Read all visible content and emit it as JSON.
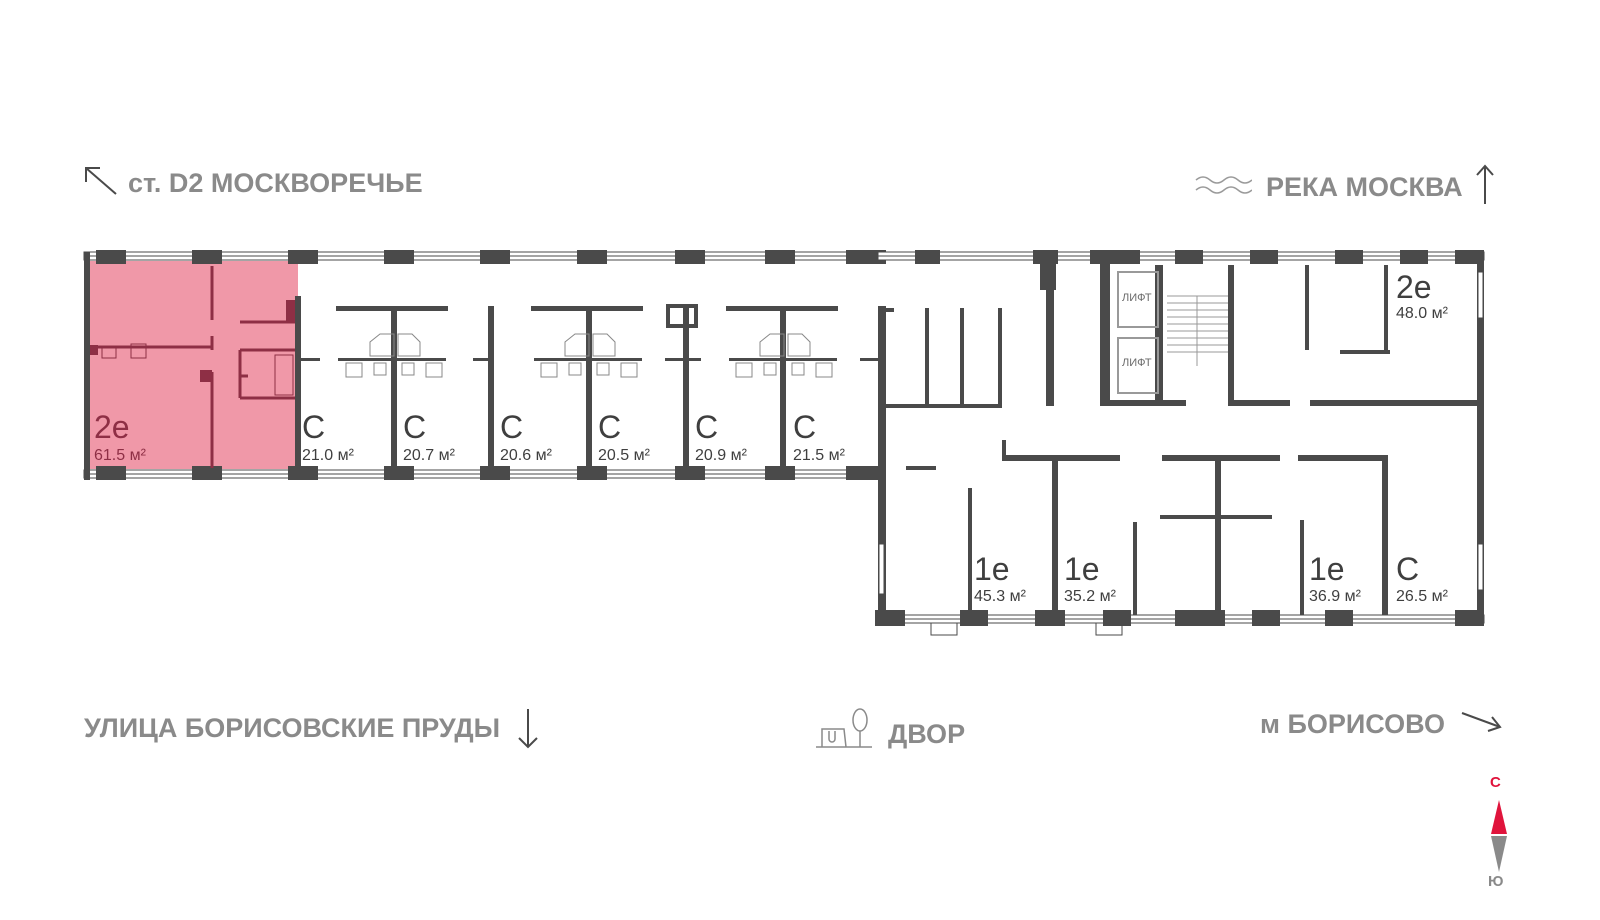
{
  "directions": {
    "top_left": "ст. D2 МОСКВОРЕЧЬЕ",
    "top_right": "РЕКА МОСКВА",
    "bottom_left": "УЛИЦА БОРИСОВСКИЕ ПРУДЫ",
    "bottom_center": "ДВОР",
    "bottom_right": "м БОРИСОВО"
  },
  "icons": {
    "top_left_arrow": "arrow-up-left-icon",
    "top_right_waves": "river-waves-icon",
    "top_right_arrow": "arrow-up-icon",
    "bottom_left_arrow": "arrow-down-icon",
    "bottom_center_yard": "yard-icon",
    "bottom_right_arrow": "arrow-right-icon"
  },
  "compass": {
    "north": "С",
    "south": "Ю",
    "north_color": "#e0143c",
    "south_color": "#8a8a8a"
  },
  "colors": {
    "selected_fill": "#f098a8",
    "selected_text": "#8e2f45",
    "wall": "#4a4a4a",
    "label": "#8a8a8a"
  },
  "lift_label": "ЛИФТ",
  "apartments": [
    {
      "type": "2e",
      "area": "61.5 м²",
      "selected": true
    },
    {
      "type": "С",
      "area": "21.0 м²"
    },
    {
      "type": "С",
      "area": "20.7 м²"
    },
    {
      "type": "С",
      "area": "20.6 м²"
    },
    {
      "type": "С",
      "area": "20.5 м²"
    },
    {
      "type": "С",
      "area": "20.9 м²"
    },
    {
      "type": "С",
      "area": "21.5 м²"
    },
    {
      "type": "2e",
      "area": "48.0 м²"
    },
    {
      "type": "1e",
      "area": "45.3 м²"
    },
    {
      "type": "1e",
      "area": "35.2 м²"
    },
    {
      "type": "1e",
      "area": "36.9 м²"
    },
    {
      "type": "С",
      "area": "26.5 м²"
    }
  ]
}
